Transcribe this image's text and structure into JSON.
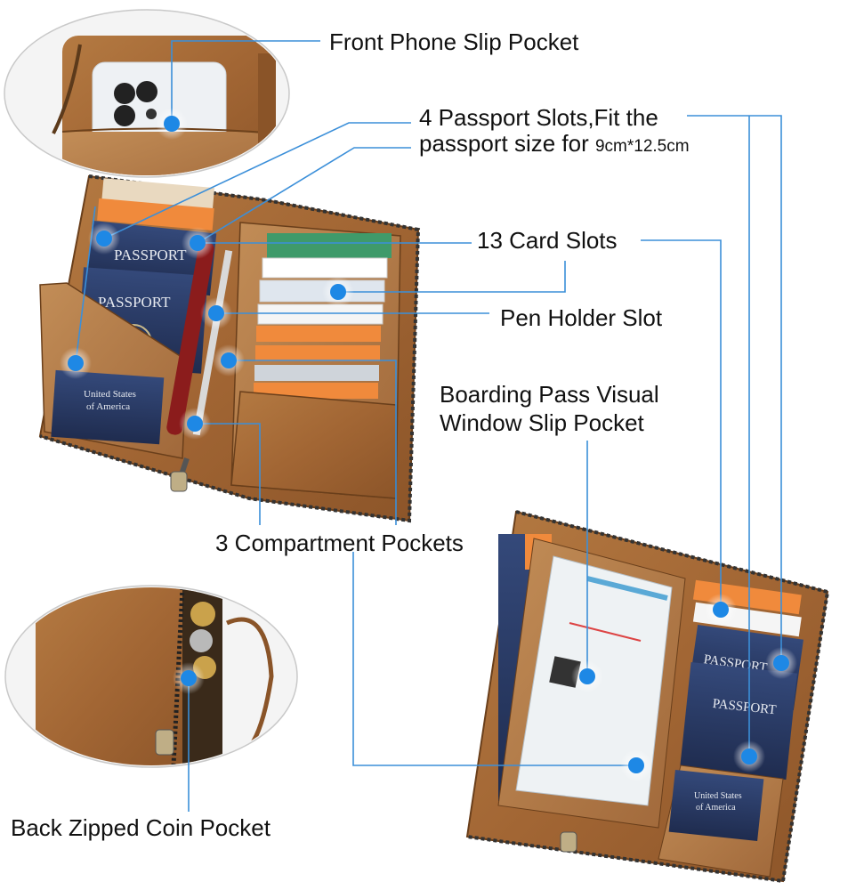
{
  "labels": {
    "front_phone": "Front Phone Slip Pocket",
    "passport_line1": "4 Passport Slots,Fit the",
    "passport_line2": "passport size for ",
    "passport_size": "9cm*12.5cm",
    "card_slots": "13 Card Slots",
    "pen_holder": "Pen Holder Slot",
    "boarding_line1": "Boarding Pass Visual",
    "boarding_line2": "Window Slip Pocket",
    "compartments": "3 Compartment Pockets",
    "coin_pocket": "Back Zipped Coin Pocket"
  },
  "document_text": {
    "passport": "PASSPORT",
    "usa_line1": "United States",
    "usa_line2": "of America"
  },
  "colors": {
    "leather": "#a8703a",
    "leather_dark": "#7d4e22",
    "passport_blue": "#2b3a63",
    "callout_line": "#3b8fd9",
    "marker_blue": "#1e88e5",
    "card_orange": "#f08a3c"
  }
}
